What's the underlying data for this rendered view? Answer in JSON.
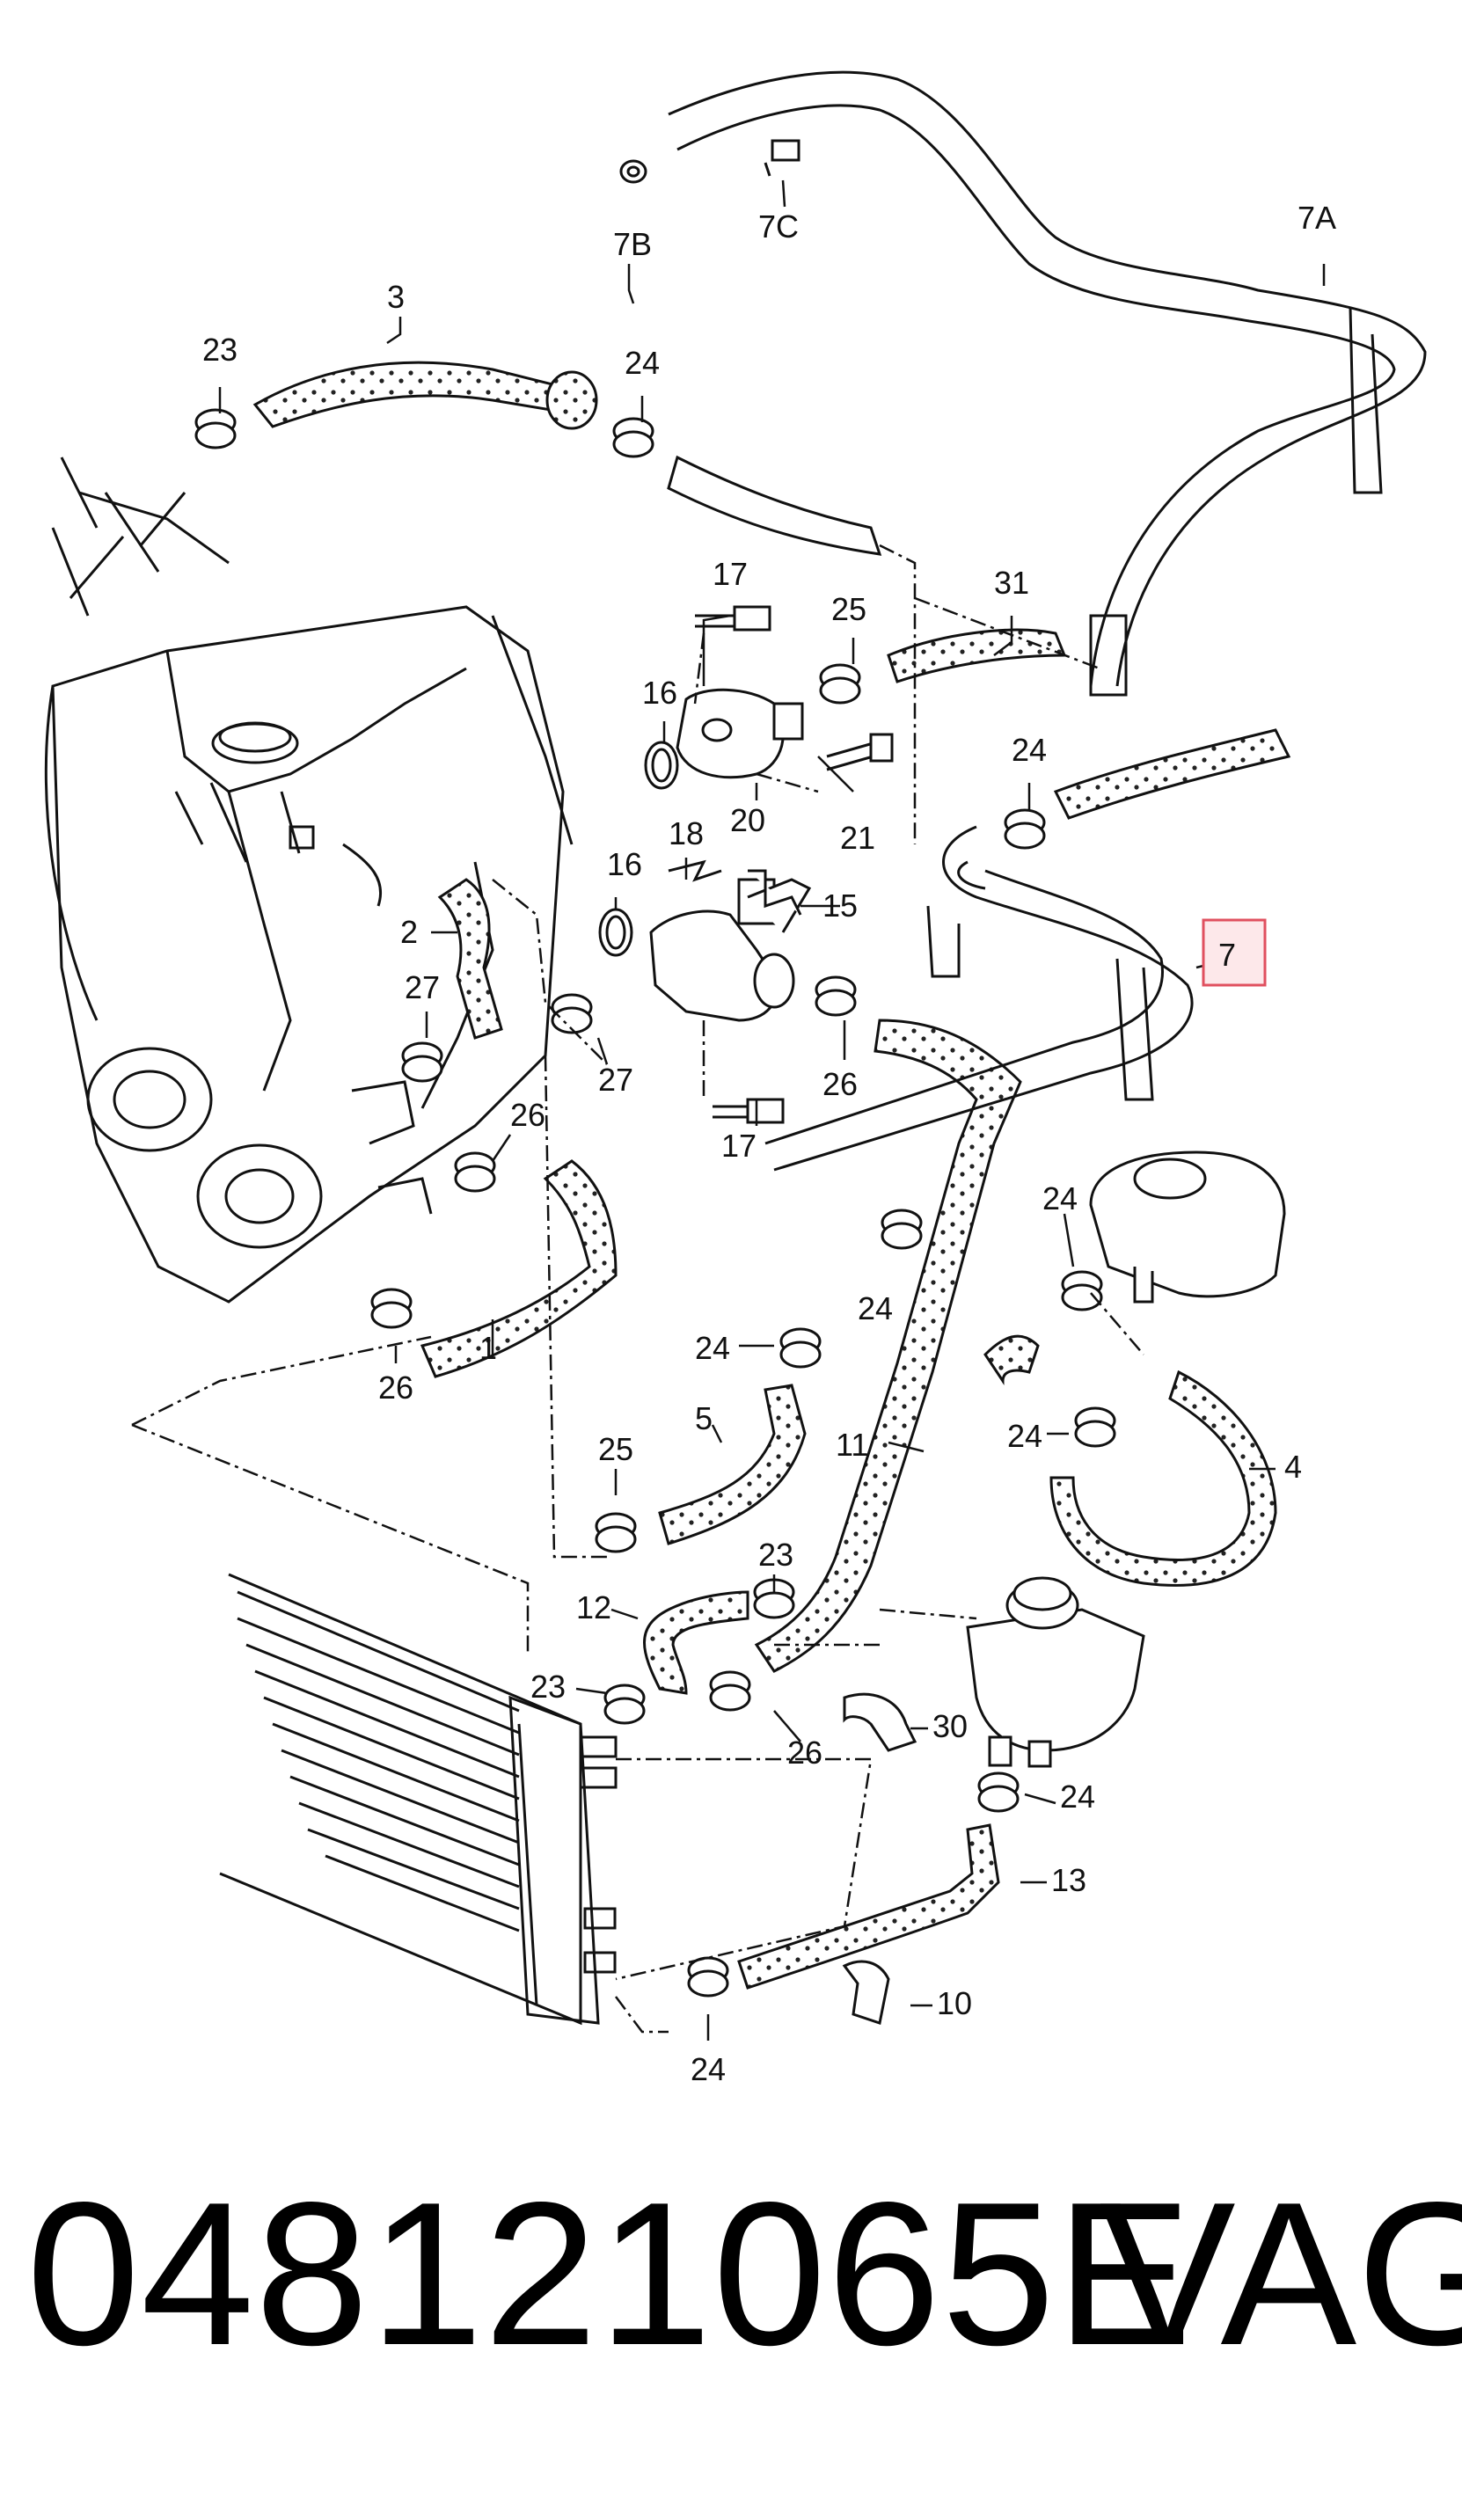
{
  "diagram": {
    "labels": {
      "l1": "1",
      "l2": "2",
      "l3": "3",
      "l4": "4",
      "l5": "5",
      "l7": "7",
      "l7A": "7A",
      "l7B": "7B",
      "l7C": "7C",
      "l10": "10",
      "l11": "11",
      "l12": "12",
      "l13": "13",
      "l15": "15",
      "l16a": "16",
      "l16b": "16",
      "l17a": "17",
      "l17b": "17",
      "l18": "18",
      "l20": "20",
      "l21": "21",
      "l23a": "23",
      "l23b": "23",
      "l23c": "23",
      "l24a": "24",
      "l24b": "24",
      "l24c": "24",
      "l24d": "24",
      "l24e": "24",
      "l24f": "24",
      "l24g": "24",
      "l24h": "24",
      "l25a": "25",
      "l25b": "25",
      "l26a": "26",
      "l26b": "26",
      "l26c": "26",
      "l26d": "26",
      "l27a": "27",
      "l27b": "27",
      "l30": "30",
      "l31": "31"
    },
    "highlight_color": "#e0505f"
  },
  "footer": {
    "part_number": "048121065E",
    "brand": "VAG"
  }
}
